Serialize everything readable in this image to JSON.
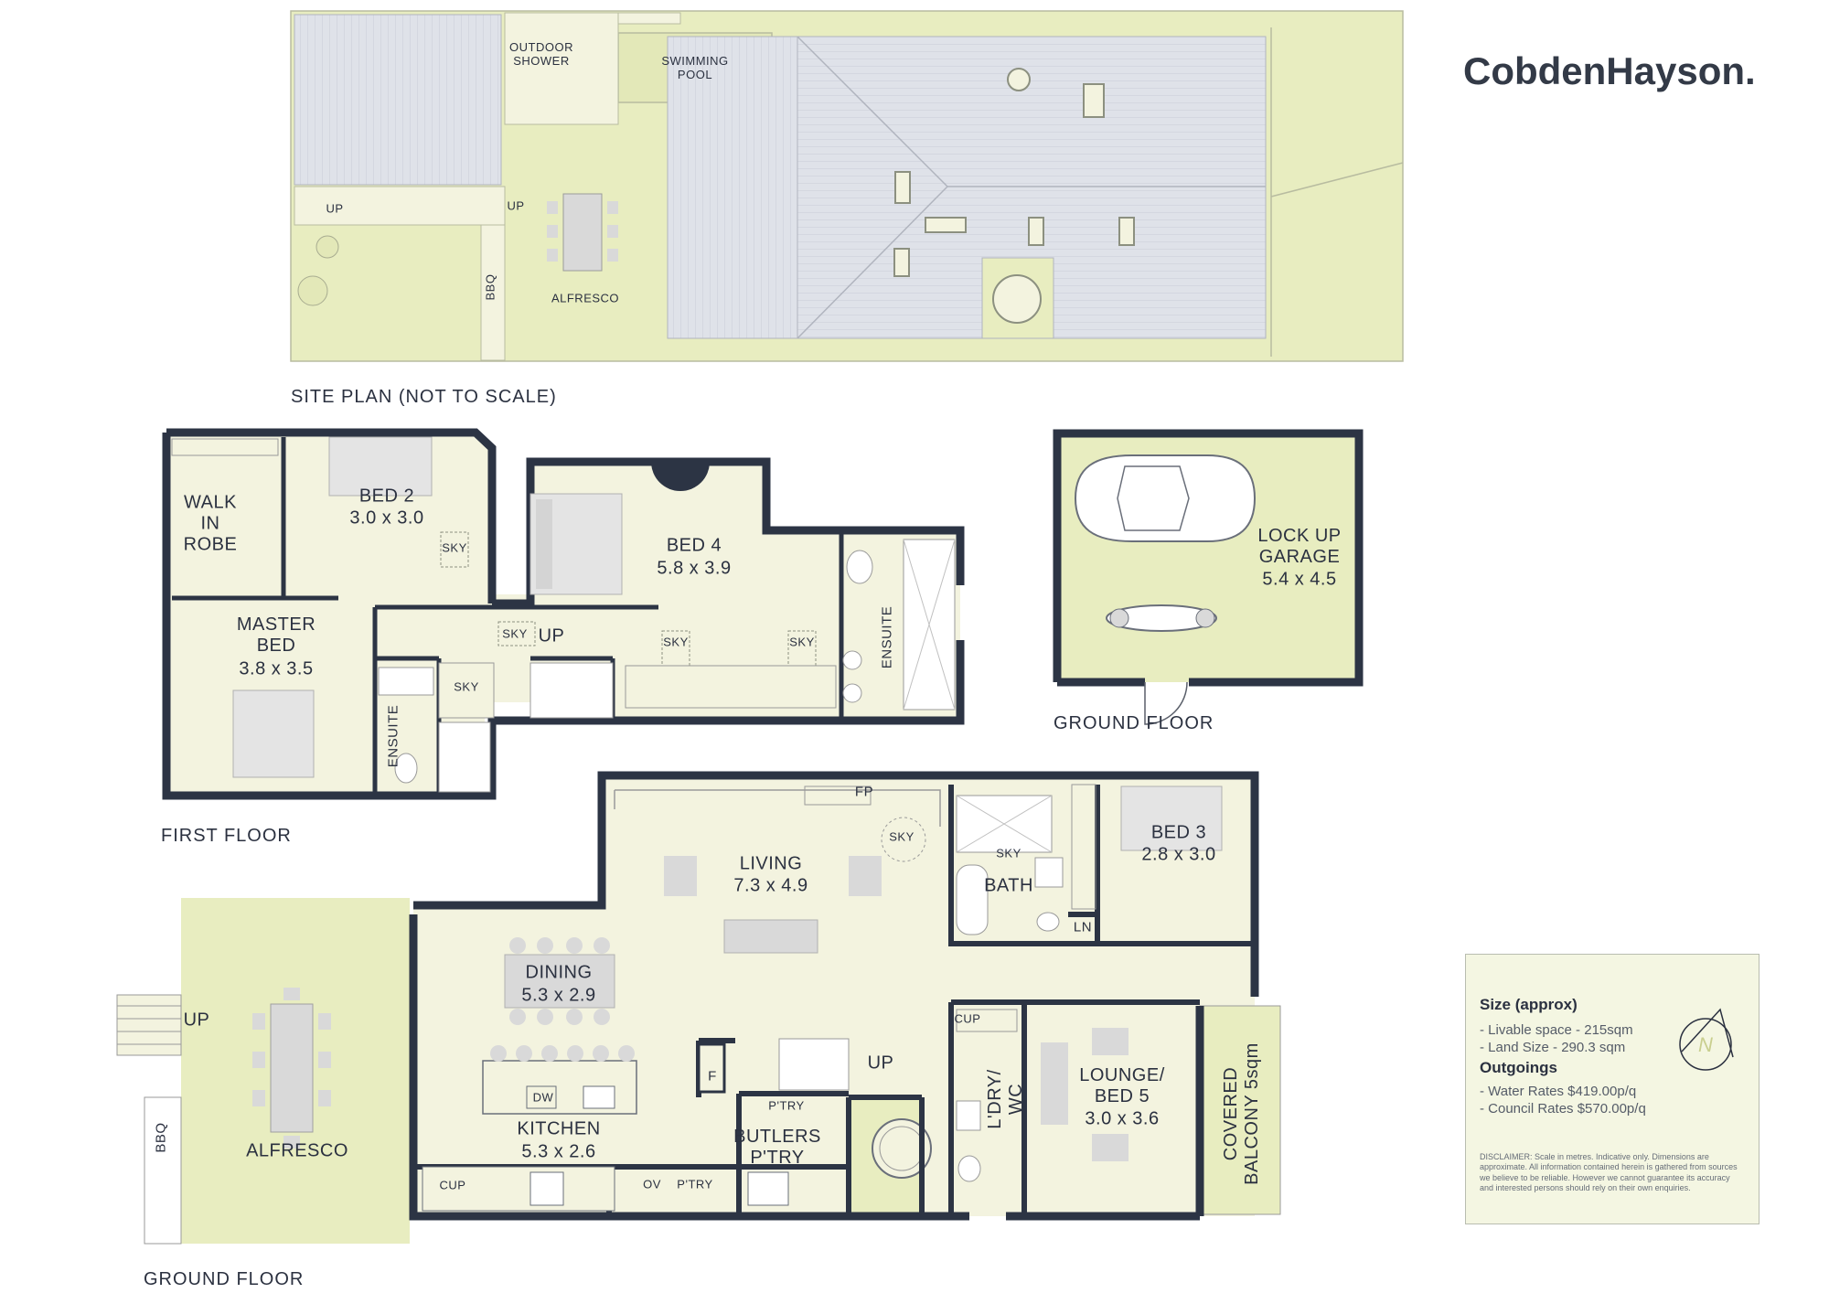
{
  "brand": {
    "logo_text": "CobdenHayson."
  },
  "sections": {
    "site_plan": "SITE PLAN (NOT TO SCALE)",
    "first_floor": "FIRST FLOOR",
    "ground_floor_garage": "GROUND FLOOR",
    "ground_floor_main": "GROUND FLOOR"
  },
  "site_plan_labels": {
    "outdoor_shower": "OUTDOOR\nSHOWER",
    "swimming_pool": "SWIMMING\nPOOL",
    "up_left": "UP",
    "up_right": "UP",
    "bbq": "BBQ",
    "alfresco": "ALFRESCO"
  },
  "first_floor_rooms": {
    "walk_in_robe": "WALK\nIN\nROBE",
    "bed2_name": "BED 2",
    "bed2_size": "3.0 x 3.0",
    "bed4_name": "BED 4",
    "bed4_size": "5.8 x 3.9",
    "master_name": "MASTER\nBED",
    "master_size": "3.8 x 3.5",
    "ensuite_left": "ENSUITE",
    "ensuite_right": "ENSUITE",
    "up": "UP",
    "sky": "SKY"
  },
  "garage": {
    "name": "LOCK UP\nGARAGE",
    "size": "5.4 x 4.5"
  },
  "ground_floor_rooms": {
    "living_name": "LIVING",
    "living_size": "7.3 x 4.9",
    "dining_name": "DINING",
    "dining_size": "5.3 x 2.9",
    "kitchen_name": "KITCHEN",
    "kitchen_size": "5.3 x 2.6",
    "butlers": "BUTLERS\nP'TRY",
    "pantry": "P'TRY",
    "pantry2": "P'TRY",
    "bed3_name": "BED 3",
    "bed3_size": "2.8 x 3.0",
    "bath": "BATH",
    "ln": "LN",
    "lounge_name": "LOUNGE/\nBED 5",
    "lounge_size": "3.0 x 3.6",
    "covered_balcony": "COVERED\nBALCONY 5sqm",
    "ldry_wc": "L'DRY/\nWC",
    "alfresco": "ALFRESCO",
    "bbq": "BBQ",
    "up_alfresco": "UP",
    "up_stairs": "UP",
    "fp": "FP",
    "sky": "SKY",
    "cup": "CUP",
    "cup2": "CUP",
    "dw": "DW",
    "ov": "OV",
    "f": "F"
  },
  "info": {
    "size_heading": "Size (approx)",
    "livable": "- Livable space - 215sqm",
    "land": "- Land Size - 290.3 sqm",
    "outgoings_heading": "Outgoings",
    "water": "- Water Rates $419.00p/q",
    "council": "- Council Rates $570.00p/q",
    "north": "N",
    "disclaimer": "DISCLAIMER: Scale in metres. Indicative only. Dimensions are approximate. All information contained herein is gathered from sources we believe to be reliable. However we cannot guarantee its accuracy and interested persons should rely on their own enquiries."
  },
  "colors": {
    "wall": "#2c3444",
    "floor": "#f3f3df",
    "garden": "#e8edc0",
    "roof": "#dfe2e9",
    "furniture": "#d9d9d9"
  }
}
